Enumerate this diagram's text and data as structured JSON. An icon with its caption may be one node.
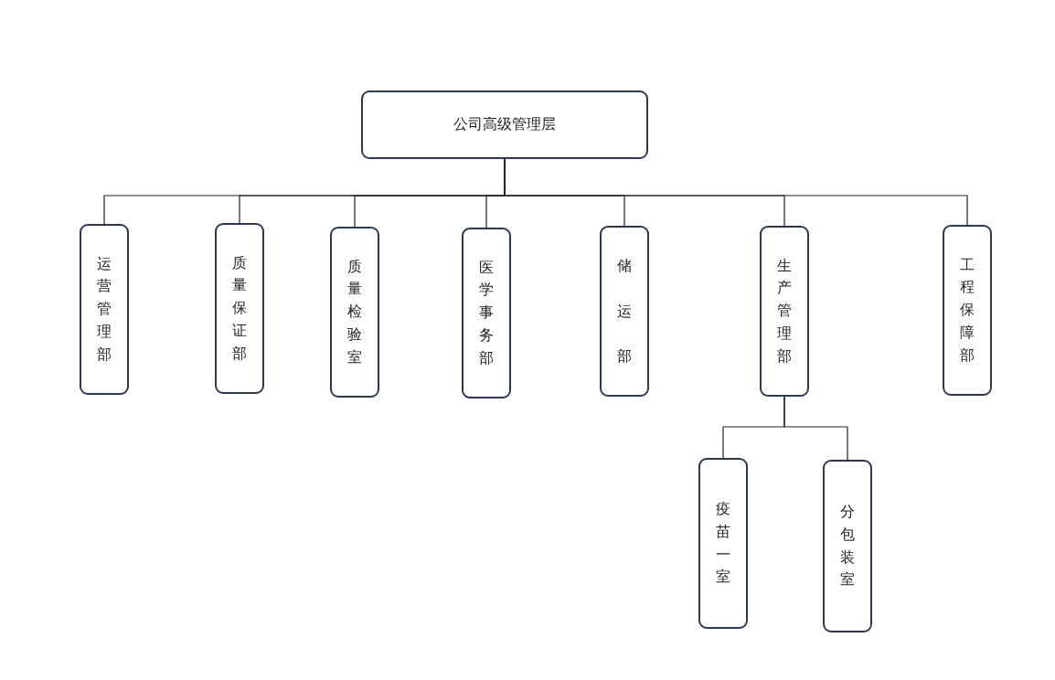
{
  "diagram": {
    "nodes": [
      {
        "text": [
          "公司高级管理层"
        ]
      },
      {
        "text": [
          "运营管理部"
        ]
      },
      {
        "text": [
          "质量保证部"
        ]
      },
      {
        "text": [
          "质量检验室"
        ]
      },
      {
        "text": [
          "医学事务部"
        ]
      },
      {
        "text": [
          "储运部"
        ]
      },
      {
        "text": [
          "生产管理部"
        ]
      },
      {
        "text": [
          "工程保障部"
        ]
      },
      {
        "text": [
          "疫苗一室"
        ]
      },
      {
        "text": [
          "分包装室"
        ]
      }
    ],
    "edges": [
      {
        "from": 0,
        "to": 1,
        "arrow": "none"
      },
      {
        "from": 0,
        "to": 2,
        "arrow": "none"
      },
      {
        "from": 0,
        "to": 3,
        "arrow": "none"
      },
      {
        "from": 0,
        "to": 4,
        "arrow": "none"
      },
      {
        "from": 0,
        "to": 5,
        "arrow": "none"
      },
      {
        "from": 0,
        "to": 6,
        "arrow": "none"
      },
      {
        "from": 0,
        "to": 7,
        "arrow": "none"
      },
      {
        "from": 6,
        "to": 8,
        "arrow": "none"
      },
      {
        "from": 6,
        "to": 9,
        "arrow": "none"
      }
    ]
  }
}
